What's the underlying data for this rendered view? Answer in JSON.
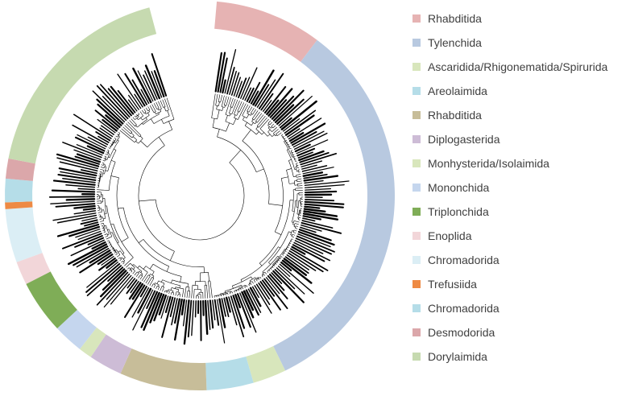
{
  "clades": [
    {
      "label": "Rhabditida",
      "color": "#e6b3b3"
    },
    {
      "label": "Tylenchida",
      "color": "#b8c9e0"
    },
    {
      "label": "Ascaridida/Rhigonematida/Spirurida",
      "color": "#d8e6bc"
    },
    {
      "label": "Areolaimida",
      "color": "#b5dde8"
    },
    {
      "label": "Rhabditida",
      "color": "#c7bd99"
    },
    {
      "label": "Diplogasterida",
      "color": "#cdbcd6"
    },
    {
      "label": "Monhysterida/Isolaimida",
      "color": "#d8e6bc"
    },
    {
      "label": "Mononchida",
      "color": "#c5d6ee"
    },
    {
      "label": "Triplonchida",
      "color": "#7fad57"
    },
    {
      "label": "Enoplida",
      "color": "#f2d6d9"
    },
    {
      "label": "Chromadorida",
      "color": "#dbeef5"
    },
    {
      "label": "Trefusiida",
      "color": "#ee8a44"
    },
    {
      "label": "Chromadorida",
      "color": "#b5dde8"
    },
    {
      "label": "Desmodorida",
      "color": "#dba7aa"
    },
    {
      "label": "Dorylaimida",
      "color": "#c6dab0"
    }
  ],
  "ring_segments": [
    {
      "clade": 0,
      "start": 5,
      "end": 37
    },
    {
      "clade": 1,
      "start": 37,
      "end": 154
    },
    {
      "clade": 2,
      "start": 154,
      "end": 164
    },
    {
      "clade": 3,
      "start": 164,
      "end": 178
    },
    {
      "clade": 4,
      "start": 178,
      "end": 204
    },
    {
      "clade": 5,
      "start": 204,
      "end": 214
    },
    {
      "clade": 6,
      "start": 214,
      "end": 218
    },
    {
      "clade": 7,
      "start": 218,
      "end": 227
    },
    {
      "clade": 8,
      "start": 227,
      "end": 243
    },
    {
      "clade": 9,
      "start": 243,
      "end": 250
    },
    {
      "clade": 10,
      "start": 250,
      "end": 266
    },
    {
      "clade": 11,
      "start": 266,
      "end": 268
    },
    {
      "clade": 12,
      "start": 268,
      "end": 275
    },
    {
      "clade": 13,
      "start": 275,
      "end": 281
    },
    {
      "clade": 14,
      "start": 281,
      "end": 345
    }
  ]
}
